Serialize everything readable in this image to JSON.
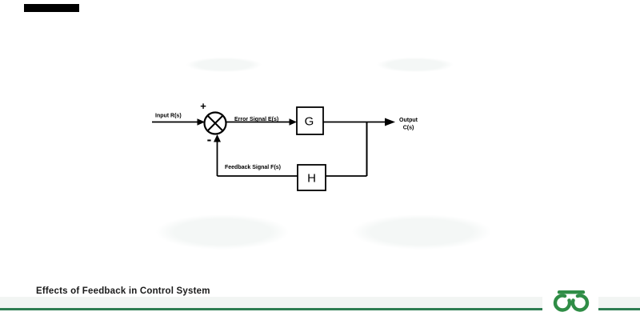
{
  "colors": {
    "ink": "#000000",
    "watermark": "#000000",
    "smudge": "#f4f7f6",
    "band": "#f2f5f3",
    "divider": "#2e7d52",
    "logo": "#2f8d46",
    "title": "#1a1a1a"
  },
  "diagram": {
    "type": "closed-loop-feedback-control-block-diagram",
    "labels": {
      "input": "Input R(s)",
      "plus_sign": "+",
      "minus_sign": "-",
      "error_signal": "Error Signal E(s)",
      "forward_block": "G",
      "output_line1": "Output",
      "output_line2": "C(s)",
      "feedback_block": "H",
      "feedback_signal": "Feedback Signal F(s)"
    },
    "blocks": [
      {
        "label": "G",
        "role": "forward-path-transfer-function"
      },
      {
        "label": "H",
        "role": "feedback-path-transfer-function"
      }
    ],
    "summing_junction_signs": [
      "+",
      "-"
    ]
  },
  "footer": {
    "title": "Effects of Feedback in Control System"
  },
  "logo": {
    "icon": "geeksforgeeks-logo"
  }
}
